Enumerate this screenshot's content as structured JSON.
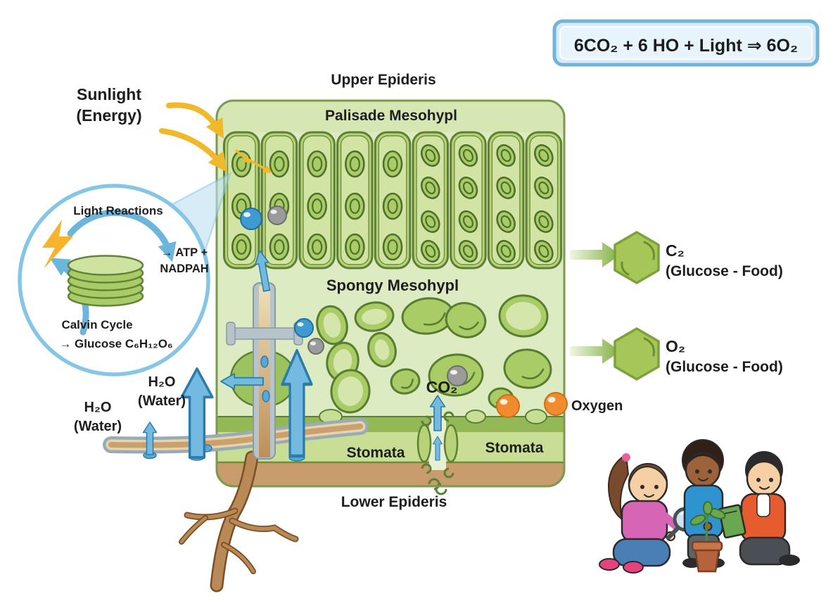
{
  "equation": {
    "text": "6CO₂ + 6 HO + Light ⇒ 6O₂"
  },
  "leaf": {
    "upper_epidermis": "Upper Epideris",
    "palisade_mesophyll": "Palisade Mesohypl",
    "spongy_mesophyll": "Spongy Mesohypl",
    "lower_epidermis": "Lower Epideris",
    "stomata_left": "Stomata",
    "stomata_right": "Stomata"
  },
  "energy_input": {
    "line1": "Sunlight",
    "line2": "(Energy)"
  },
  "water_outer": {
    "line1": "H₂O",
    "line2": "(Water)"
  },
  "water_inner": {
    "line1": "H₂O",
    "line2": "(Water)"
  },
  "gases": {
    "co2": "CO₂",
    "oxygen": "Oxygen"
  },
  "inset": {
    "title": "Light Reactions",
    "products_line1": "→ ATP +",
    "products_line2": "NADPAH",
    "calvin_line1": "Calvin Cycle",
    "calvin_line2": "→ Glucose C₆H₁₂O₆"
  },
  "outputs": [
    {
      "molecule": "C₂",
      "label": "(Glucose - Food)"
    },
    {
      "molecule": "O₂",
      "label": "(Glucose - Food)"
    }
  ],
  "colors": {
    "equation_bg": "#d7ebf8",
    "equation_border": "#72b5d9",
    "leaf_fill": "#dcebc1",
    "cell_green": "#a9cc66",
    "band_brown": "#c99c6b",
    "arrow_blue": "#74b9e0",
    "sun_yellow": "#f2b82b",
    "oxygen_orange": "#f08c2e",
    "inset_blue": "#85c6e6"
  }
}
